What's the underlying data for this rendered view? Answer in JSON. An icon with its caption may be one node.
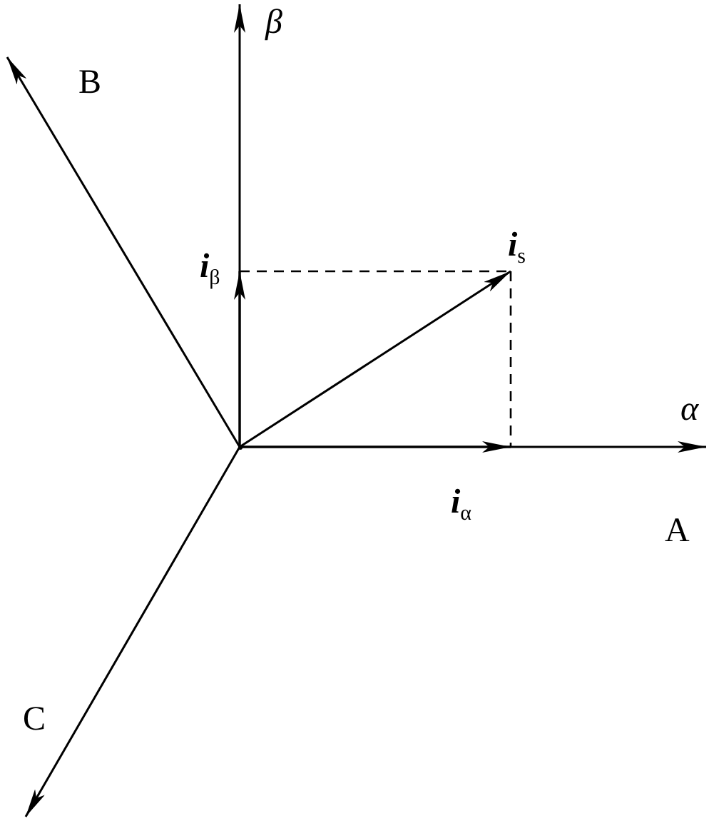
{
  "diagram": {
    "nodes": [
      {
        "text": [],
        "shape": "dot"
      },
      {
        "text": [
          "β"
        ]
      },
      {
        "text": [
          "B"
        ]
      },
      {
        "text": [
          "**i**$_{s}$"
        ]
      },
      {
        "text": [
          "**i**$_{β}$"
        ]
      },
      {
        "text": [
          "α"
        ]
      },
      {
        "text": [
          "**i**$_{α}$"
        ]
      },
      {
        "text": [
          "C"
        ]
      }
    ],
    "edges": [
      {
        "from": 0,
        "to": 1,
        "arrow": "to"
      },
      {
        "from": 0,
        "to": 2,
        "arrow": "to"
      },
      {
        "from": 0,
        "to": 3,
        "arrow": "to"
      },
      {
        "from": 0,
        "to": 4,
        "arrow": "to"
      },
      {
        "from": 0,
        "to": 5,
        "arrow": "to"
      },
      {
        "from": 0,
        "to": 6,
        "arrow": "to"
      },
      {
        "from": 0,
        "to": 7,
        "arrow": "to"
      }
    ],
    "labels": [
      "A"
    ]
  }
}
